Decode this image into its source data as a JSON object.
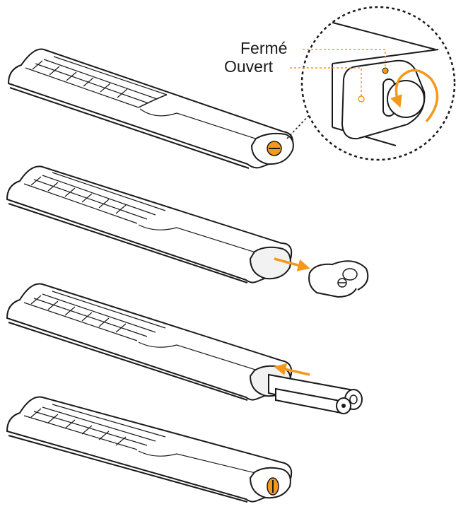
{
  "diagram": {
    "labels": {
      "closed": "Fermé",
      "open": "Ouvert"
    },
    "colors": {
      "outline": "#1a1a1a",
      "accent": "#f39a1e",
      "fill": "#ffffff",
      "shade": "#f2f2f2"
    },
    "steps": [
      {
        "id": "step-1",
        "action": "rotate-cap-to-open"
      },
      {
        "id": "step-2",
        "action": "remove-cap"
      },
      {
        "id": "step-3",
        "action": "insert-batteries"
      },
      {
        "id": "step-4",
        "action": "close-cap"
      }
    ]
  }
}
